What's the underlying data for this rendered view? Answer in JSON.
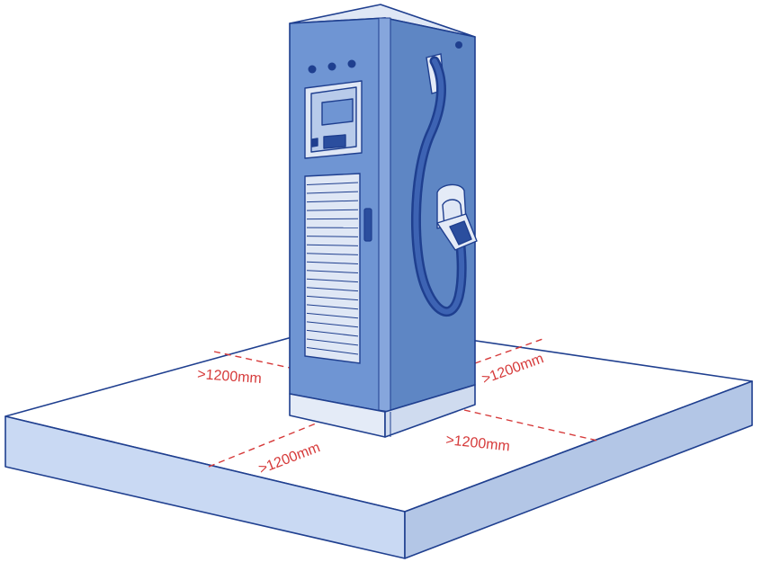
{
  "diagram": {
    "colors": {
      "slab_top": "#ffffff",
      "slab_front": "#c9d9f3",
      "slab_side": "#b3c6e6",
      "outline": "#1f3f8f",
      "cabinet_front": "#6f95d3",
      "cabinet_side": "#5e86c4",
      "cabinet_top": "#dfe7f5",
      "dimension": "#d63a3a"
    },
    "clearances": [
      {
        "id": "left",
        "label": ">1200mm"
      },
      {
        "id": "front",
        "label": ">1200mm"
      },
      {
        "id": "right",
        "label": ">1200mm"
      },
      {
        "id": "back",
        "label": ">1200mm"
      }
    ],
    "icons": [
      "charging-station-icon",
      "charging-cable-icon",
      "charging-gun-icon"
    ]
  }
}
